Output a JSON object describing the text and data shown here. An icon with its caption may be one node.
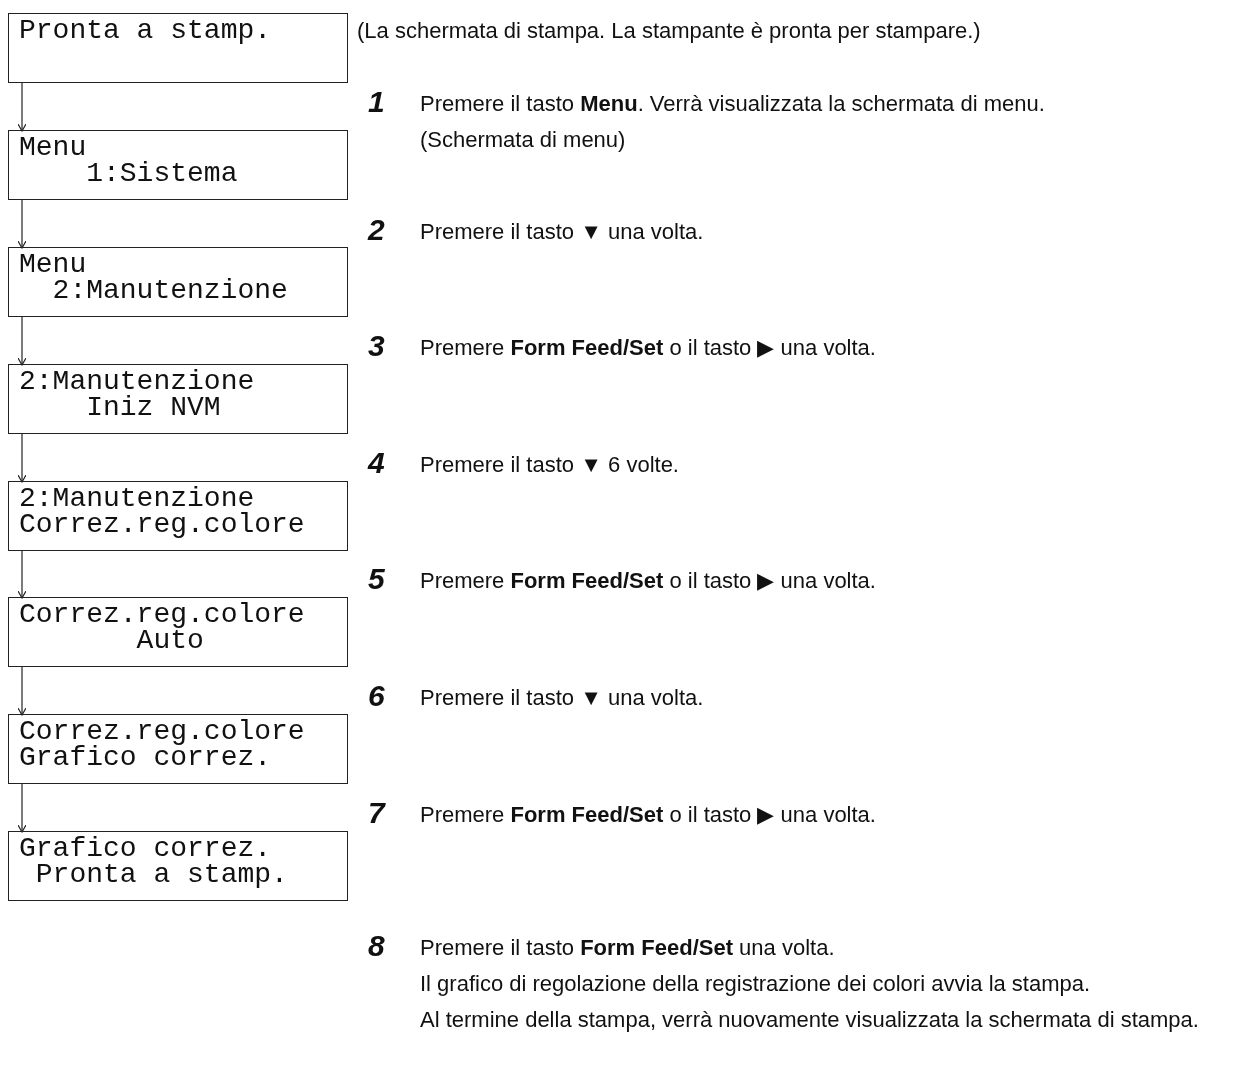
{
  "diagram": {
    "nodes": [
      {
        "text": [
          "Pronta a stamp."
        ],
        "beside": [
          "(La schermata di stampa. La stampante è pronta per stampare.)"
        ]
      },
      {
        "text": [
          "Menu",
          "1:Sistema"
        ]
      },
      {
        "text": [
          "Menu",
          "2:Manutenzione"
        ]
      },
      {
        "text": [
          "2:Manutenzione",
          "Iniz NVM"
        ]
      },
      {
        "text": [
          "2:Manutenzione",
          "Correz.reg.colore"
        ]
      },
      {
        "text": [
          "Correz.reg.colore",
          "Auto"
        ]
      },
      {
        "text": [
          "Correz.reg.colore",
          "Grafico correz."
        ]
      },
      {
        "text": [
          "Grafico correz.",
          "Pronta a stamp."
        ]
      }
    ],
    "edges": [
      {
        "from": 0,
        "to": 1,
        "arrow": "to"
      },
      {
        "from": 1,
        "to": 2,
        "arrow": "to"
      },
      {
        "from": 2,
        "to": 3,
        "arrow": "to"
      },
      {
        "from": 3,
        "to": 4,
        "arrow": "to"
      },
      {
        "from": 4,
        "to": 5,
        "arrow": "to"
      },
      {
        "from": 5,
        "to": 6,
        "arrow": "to"
      },
      {
        "from": 6,
        "to": 7,
        "arrow": "to"
      }
    ],
    "labels": [
      "1",
      "Premere il tasto **Menu**. Verrà visualizzata la schermata di menu.",
      "(Schermata di menu)",
      "2",
      "Premere il tasto ▼ una volta.",
      "3",
      "Premere **Form Feed/Set** o il tasto ▶ una volta.",
      "4",
      "Premere il tasto ▼ 6 volte.",
      "5",
      "Premere **Form Feed/Set** o il tasto ▶ una volta.",
      "6",
      "Premere il tasto ▼ una volta.",
      "7",
      "Premere **Form Feed/Set** o il tasto ▶ una volta.",
      "8",
      "Premere il tasto **Form Feed/Set** una volta.",
      "Il grafico di regolazione della registrazione dei colori avvia la stampa.",
      "Al termine della stampa, verrà nuovamente visualizzata la schermata di stampa."
    ]
  }
}
